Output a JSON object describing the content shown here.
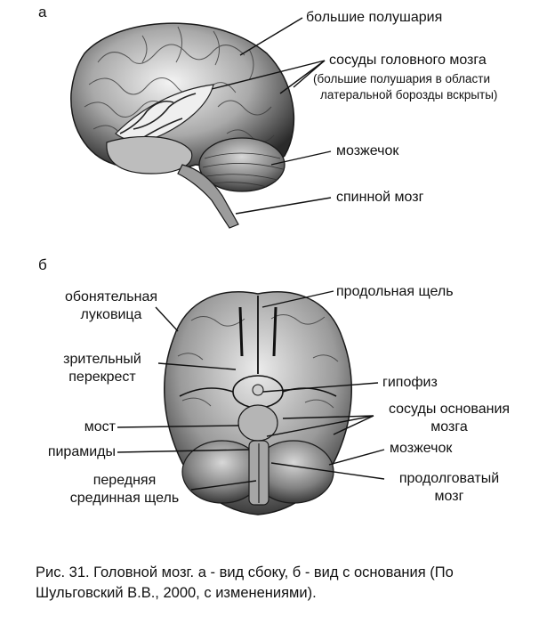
{
  "panel_a": {
    "letter": "а",
    "labels": {
      "hemispheres": "большие полушария",
      "vessels": "сосуды головного мозга",
      "vessels_note_1": "(большие полушария в области",
      "vessels_note_2": "латеральной борозды вскрыты)",
      "cerebellum": "мозжечок",
      "spinal_cord": "спинной мозг"
    }
  },
  "panel_b": {
    "letter": "б",
    "labels": {
      "olfactory_1": "обонятельная",
      "olfactory_2": "луковица",
      "fissure": "продольная щель",
      "chiasm_1": "зрительный",
      "chiasm_2": "перекрест",
      "hypophysis": "гипофиз",
      "base_vessels_1": "сосуды основания",
      "base_vessels_2": "мозга",
      "pons": "мост",
      "pyramids": "пирамиды",
      "cerebellum": "мозжечок",
      "median_1": "передняя",
      "median_2": "срединная щель",
      "medulla_1": "продолговатый",
      "medulla_2": "мозг"
    }
  },
  "caption": {
    "line1": "Рис. 31. Головной мозг. а - вид сбоку, б - вид с основания (По",
    "line2": "Шульговский В.В., 2000, с изменениями)."
  }
}
